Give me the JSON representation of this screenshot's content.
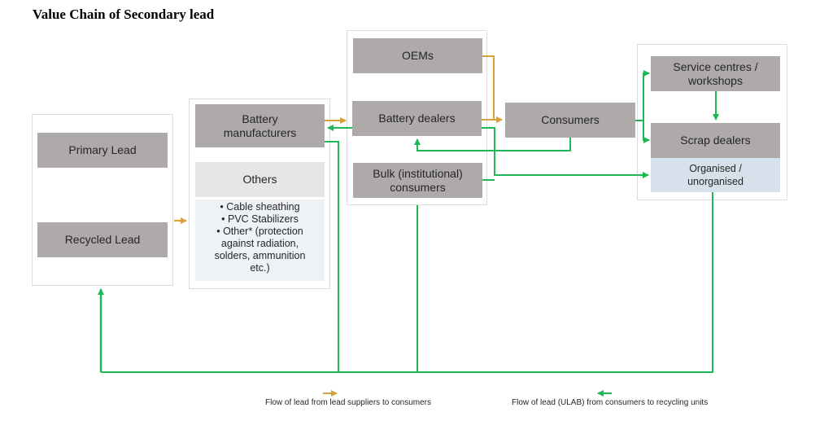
{
  "title": "Value Chain of Secondary lead",
  "colors": {
    "supply_flow": "#d4a23a",
    "recycle_flow": "#1db954",
    "node_fill": "#aeaaaa",
    "others_header_fill": "#e7e6e6",
    "others_list_fill": "#eef2f6",
    "organised_fill": "#d6e1eb"
  },
  "nodes": {
    "primary_lead": "Primary Lead",
    "recycled_lead": "Recycled Lead",
    "battery_manufacturers": "Battery manufacturers",
    "others": "Others",
    "others_items": [
      "• Cable sheathing",
      "• PVC Stabilizers",
      "• Other* (protection against radiation, solders, ammunition etc.)"
    ],
    "oems": "OEMs",
    "battery_dealers": "Battery dealers",
    "bulk_consumers": "Bulk (institutional) consumers",
    "consumers": "Consumers",
    "service_centres": "Service centres / workshops",
    "scrap_dealers": "Scrap dealers",
    "organised": "Organised / unorganised"
  },
  "flows": {
    "supply": [
      {
        "from": "Lead sources",
        "to": "Battery manufacturers / Others"
      },
      {
        "from": "Battery manufacturers",
        "to": "Battery dealers"
      },
      {
        "from": "OEMs",
        "to": "Consumers"
      },
      {
        "from": "Battery dealers",
        "to": "Consumers"
      }
    ],
    "recycle": [
      {
        "from": "Battery dealers",
        "to": "Battery manufacturers"
      },
      {
        "from": "Consumers",
        "to": "Battery dealers"
      },
      {
        "from": "Consumers",
        "to": "Service centres / workshops"
      },
      {
        "from": "Consumers",
        "to": "Scrap dealers"
      },
      {
        "from": "Service centres / workshops",
        "to": "Scrap dealers"
      },
      {
        "from": "Battery dealers",
        "to": "Organised / unorganised"
      },
      {
        "from": "Bulk (institutional) consumers",
        "to": "Organised / unorganised"
      },
      {
        "from": "Scrap dealers",
        "to": "Recycled Lead"
      },
      {
        "from": "Battery manufacturers",
        "to": "Recycled Lead"
      },
      {
        "from": "Bulk (institutional) consumers",
        "to": "Recycled Lead"
      }
    ]
  },
  "legend": {
    "supply_label": "Flow of lead from lead suppliers to consumers",
    "recycle_label": "Flow of lead (ULAB) from consumers to recycling units"
  }
}
